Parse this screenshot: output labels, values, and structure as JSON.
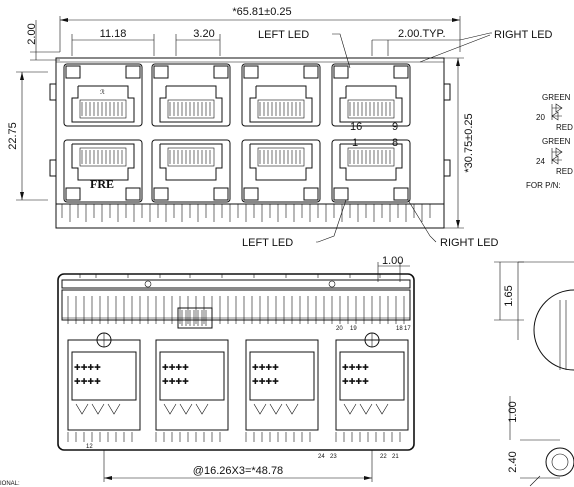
{
  "drawing": {
    "dimensions": {
      "overall_width": "*65.81±0.25",
      "height": "22.75",
      "height_total": "*30.75±0.25",
      "top_offset": "2.00",
      "pitch_a": "11.18",
      "pitch_b": "3.20",
      "led_gap": "2.00.TYP.",
      "pin_offset": "1.00",
      "pitch_row": "@16.26X3=*48.78",
      "side_a": "1.65",
      "side_b": "1.00",
      "side_c": "2.40"
    },
    "labels": {
      "left_led_top": "LEFT LED",
      "right_led_top": "RIGHT LED",
      "left_led_bottom": "LEFT LED",
      "right_led_bottom": "RIGHT LED",
      "port_16": "16",
      "port_9": "9",
      "port_1": "1",
      "port_8": "8",
      "brand": "FRE",
      "pin_20": "20",
      "pin_19": "19",
      "pin_18": "18",
      "pin_17": "17",
      "pin_12": "12",
      "pin_24": "24",
      "pin_23": "23",
      "pin_22": "22",
      "pin_21": "21",
      "bottom_cut": "IONAL:"
    },
    "schematic": {
      "green_1": "GREEN",
      "red_1": "RED",
      "num_1": "20",
      "green_2": "GREEN",
      "red_2": "RED",
      "num_2": "24",
      "part_note": "FOR P/N:"
    }
  }
}
